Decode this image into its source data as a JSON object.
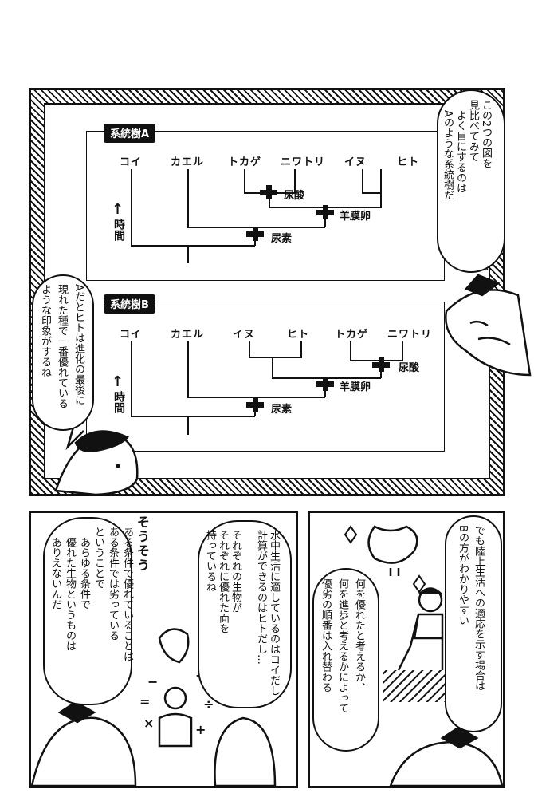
{
  "panel1": {
    "tree_a": {
      "label": "系統樹A",
      "species": [
        "コイ",
        "カエル",
        "トカゲ",
        "ニワトリ",
        "イヌ",
        "ヒト"
      ],
      "traits": [
        "尿酸",
        "羊膜卵",
        "尿素"
      ],
      "time_arrow": "↑",
      "time_label": "時間"
    },
    "tree_b": {
      "label": "系統樹B",
      "species": [
        "コイ",
        "カエル",
        "イヌ",
        "ヒト",
        "トカゲ",
        "ニワトリ"
      ],
      "traits": [
        "尿酸",
        "羊膜卵",
        "尿素"
      ],
      "time_arrow": "↑",
      "time_label": "時間"
    },
    "bubble_right": "この2つの図を\n見比べてみて\n　よく目にするのは\n　Aのような系統樹だ",
    "bubble_left": "Aだとヒトは進化の最後に\n現れた種で一番優れている\nような印象がするね"
  },
  "panel2": {
    "bubble_top": "でも陸上生活への適応を示す場合は\nBの方がわかりやすい",
    "bubble_bottom": "何を優れたと考えるか、\n何を進歩と考えるかによって\n優劣の順番は入れ替わる"
  },
  "panel3": {
    "bubble_right": "水中生活に適しているのはコイだし\n計算ができるのはヒトだし…\n\nそれぞれの生物が\nそれぞれに優れた面を\n持っているね",
    "exclaim": "そうそう",
    "bubble_left": "ある条件で優れていることは\nある条件では劣っている\nということで\n　あらゆる条件で\n　優れた生物というものは\n　ありえないんだ",
    "symbols": [
      "−",
      "+",
      "=",
      "×",
      "÷",
      "+"
    ]
  }
}
